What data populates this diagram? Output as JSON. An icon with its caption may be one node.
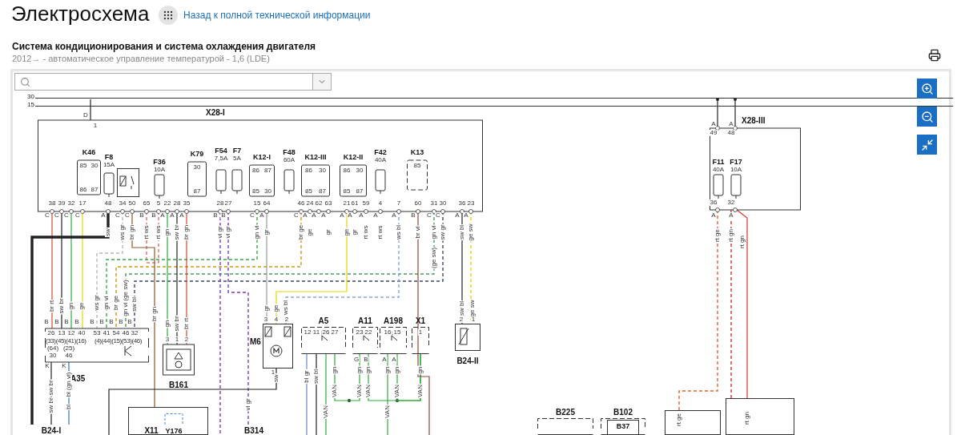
{
  "diagram": {
    "title": "Электросхема",
    "nodes": [
      {
        "text": [
          "X28-I"
        ]
      },
      {
        "text": [
          "K46",
          "85",
          "30",
          "86",
          "87"
        ],
        "in": 0
      },
      {
        "text": [
          "F8",
          "15A"
        ],
        "in": 0
      },
      {
        "text": [],
        "shape": "box",
        "in": 0
      },
      {
        "text": [
          "F36",
          "10A"
        ],
        "in": 0
      },
      {
        "text": [
          "K79",
          "30",
          "87"
        ],
        "in": 0
      },
      {
        "text": [
          "F54",
          "7,5A"
        ],
        "in": 0
      },
      {
        "text": [
          "F7",
          "5A"
        ],
        "in": 0
      },
      {
        "text": [
          "K12-I",
          "86",
          "87",
          "85",
          "30"
        ],
        "in": 0
      },
      {
        "text": [
          "F48",
          "60A"
        ],
        "in": 0
      },
      {
        "text": [
          "K12-III",
          "86",
          "30",
          "85",
          "87"
        ],
        "in": 0
      },
      {
        "text": [
          "K12-II",
          "86",
          "30",
          "85",
          "87"
        ],
        "in": 0
      },
      {
        "text": [
          "F42",
          "40A"
        ],
        "in": 0
      },
      {
        "text": [
          "K13",
          "85"
        ],
        "in": 0
      },
      {
        "text": [
          "X28-III"
        ]
      },
      {
        "text": [
          "F11",
          "40A"
        ],
        "in": 14
      },
      {
        "text": [
          "F17",
          "10A"
        ],
        "in": 14
      },
      {
        "text": [
          "A35"
        ]
      },
      {
        "text": [
          "B161"
        ]
      },
      {
        "text": [
          "M6"
        ]
      },
      {
        "text": [
          "A5"
        ]
      },
      {
        "text": [
          "A11"
        ]
      },
      {
        "text": [
          "A198"
        ]
      },
      {
        "text": [
          "X1"
        ]
      },
      {
        "text": [
          "B24-II"
        ]
      },
      {
        "text": [
          "B225"
        ]
      },
      {
        "text": [
          "B102"
        ]
      },
      {
        "text": [
          "B37"
        ],
        "in": 26
      },
      {
        "text": [],
        "shape": "box"
      },
      {
        "text": [],
        "shape": "box"
      },
      {
        "text": [
          "B24-I"
        ]
      },
      {
        "text": [],
        "shape": "box"
      },
      {
        "text": [
          "X11"
        ],
        "in": 31
      },
      {
        "text": [
          "Y176"
        ],
        "in": 31
      },
      {
        "text": [
          "B314"
        ]
      },
      {
        "text": [],
        "shape": "bar",
        "beside": [
          "30"
        ]
      },
      {
        "text": [],
        "shape": "bar",
        "beside": [
          "15"
        ]
      }
    ],
    "edges": [
      {
        "from": 0,
        "to": 17,
        "arrow": "none",
        "color": "#d04a2a",
        "label": "br rt"
      },
      {
        "from": 0,
        "to": 17,
        "arrow": "none",
        "label": "sw br"
      },
      {
        "from": 0,
        "to": 17,
        "arrow": "none",
        "color": "#2eaa3a",
        "label": "gn"
      },
      {
        "from": 0,
        "to": 17,
        "arrow": "none",
        "color": "#e6d600",
        "label": "ge"
      },
      {
        "from": 0,
        "to": 17,
        "arrow": "none",
        "style": "dashed",
        "color": "#b8b8b8",
        "label": "ws gr"
      },
      {
        "from": 0,
        "to": 17,
        "arrow": "none",
        "style": "dashed",
        "color": "#3aa845",
        "label": "gn vi"
      },
      {
        "from": 0,
        "to": 17,
        "arrow": "none",
        "style": "dashed",
        "color": "#c89a10",
        "label": "br ge"
      },
      {
        "from": 0,
        "to": 17,
        "arrow": "none",
        "style": "dashed",
        "color": "#4a9a60",
        "label": "gn vi (ge sw)"
      },
      {
        "from": 0,
        "to": 17,
        "arrow": "none",
        "style": "dashed",
        "color": "#3a4a66",
        "label": "sw bl"
      },
      {
        "from": 0,
        "to": 18,
        "arrow": "none",
        "color": "#2eaa3a",
        "label": "gn"
      },
      {
        "from": 0,
        "to": 18,
        "arrow": "none",
        "label": "sw br"
      },
      {
        "from": 0,
        "to": 18,
        "arrow": "none",
        "color": "#d04a2a",
        "label": "br rt"
      },
      {
        "from": 0,
        "to": 19,
        "arrow": "none",
        "color": "#999999",
        "label": "gr"
      },
      {
        "from": 0,
        "to": 19,
        "arrow": "none",
        "color": "#e6d600",
        "label": "ge"
      },
      {
        "from": 0,
        "to": 19,
        "arrow": "none",
        "style": "dashed",
        "color": "#8aa6d0",
        "label": "ws bl"
      },
      {
        "from": 0,
        "to": 24,
        "arrow": "none",
        "label": "sw bl"
      },
      {
        "from": 0,
        "to": 24,
        "arrow": "none",
        "style": "dashed",
        "color": "#e6d600",
        "label": "ge sw"
      },
      {
        "from": 20,
        "to": 21,
        "arrow": "none",
        "color": "#2eaa3a",
        "label": "VAN"
      },
      {
        "from": 21,
        "to": 23,
        "arrow": "none",
        "color": "#2eaa3a",
        "label": "VAN"
      },
      {
        "from": 22,
        "to": 23,
        "arrow": "none",
        "color": "#2eaa3a",
        "label": "VAN"
      },
      {
        "from": 14,
        "to": 28,
        "arrow": "none",
        "style": "dashed",
        "color": "#e8602a",
        "label": "rt ge"
      },
      {
        "from": 14,
        "to": 29,
        "arrow": "none",
        "style": "dashed",
        "color": "#d83030"
      },
      {
        "from": 14,
        "to": 29,
        "arrow": "none",
        "color": "#d83030",
        "label": "rt gn"
      },
      {
        "from": 17,
        "to": 30,
        "arrow": "none",
        "label": "sw br"
      },
      {
        "from": 17,
        "to": 30,
        "arrow": "none",
        "color": "#3a6ccc",
        "label": "bl (gn vi)"
      },
      {
        "from": 0,
        "to": 32,
        "arrow": "none",
        "color": "#8a5a2a",
        "label": "br gn"
      },
      {
        "from": 0,
        "to": 34,
        "arrow": "none",
        "style": "dashed",
        "color": "#7a40b0",
        "label": "vi gr"
      },
      {
        "from": 19,
        "to": null,
        "arrow": "none",
        "label": "sw"
      },
      {
        "from": 0,
        "to": null,
        "arrow": "none",
        "style": "dashed",
        "color": "#7a40b0"
      },
      {
        "from": 20,
        "to": null,
        "arrow": "none",
        "color": "#6a8ad0",
        "label": "bl gr"
      },
      {
        "from": 20,
        "to": null,
        "arrow": "none",
        "label": "sw bl"
      },
      {
        "from": 20,
        "to": null,
        "arrow": "none",
        "color": "#2eaa3a",
        "label": "VAN"
      },
      {
        "from": 22,
        "to": null,
        "arrow": "none",
        "color": "#2eaa3a",
        "label": "VAN"
      },
      {
        "from": 0,
        "to": null,
        "arrow": "none",
        "color": "#8a4a3a"
      },
      {
        "from": 0,
        "to": 30,
        "arrow": "none",
        "style": "thick"
      },
      {
        "from": 35,
        "to": 0,
        "arrow": "none"
      },
      {
        "from": 35,
        "to": 14,
        "arrow": "other"
      },
      {
        "from": 35,
        "to": 14,
        "arrow": "other"
      }
    ],
    "labels": [
      "Назад к полной технической информации",
      "Система кондиционирования и система охлаждения двигателя",
      "2012→ - автоматическое управление температурой - 1,6 (LDE)",
      "D",
      "1",
      "38",
      "39",
      "32",
      "17",
      "48",
      "34",
      "50",
      "65",
      "5",
      "22",
      "28",
      "35",
      "28",
      "27",
      "15",
      "64",
      "46",
      "24",
      "62",
      "63",
      "21",
      "61",
      "59",
      "4",
      "7",
      "60",
      "31",
      "30",
      "36",
      "23",
      "C",
      "C",
      "C",
      "C",
      "A",
      "C",
      "C",
      "B",
      "B",
      "A",
      "A",
      "A",
      "B",
      "B",
      "C",
      "A",
      "C",
      "A",
      "A",
      "A",
      "A",
      "A",
      "A",
      "A",
      "A",
      "B",
      "C",
      "C",
      "A",
      "A",
      "A",
      "49",
      "A",
      "48",
      "36",
      "A",
      "32",
      "A",
      "B",
      "B",
      "B",
      "B",
      "B",
      "B",
      "B",
      "B",
      "B",
      "26",
      "13",
      "12",
      "40",
      "53",
      "41",
      "54",
      "46",
      "32",
      "(33)",
      "(45)",
      "(41)",
      "(16)",
      "(4)",
      "(44)",
      "(15)",
      "(53)",
      "(46)",
      "(64)",
      "(25)",
      "30",
      "46",
      "K",
      "K",
      "3",
      "1",
      "2",
      "3",
      "4",
      "2",
      "1",
      "12",
      "11",
      "26",
      "27",
      "23",
      "22",
      "G",
      "B",
      "16",
      "15",
      "A",
      "A",
      "1",
      "2",
      "1",
      "sw",
      "ws gr",
      "br gn",
      "rt ws",
      "rt ws",
      "gn",
      "sw br",
      "br gn",
      "vi gr",
      "vi gr",
      "gn vi",
      "gr",
      "br ge",
      "ge",
      "gr",
      "ge",
      "gr",
      "rt ws",
      "rt ws",
      "ws bl",
      "br vi",
      "gn vi",
      "sw gr",
      "sw bl",
      "ge sw",
      "(ge sw)",
      "rt ge",
      "rt gn",
      "rt gn",
      "sw br",
      "bl",
      "gn",
      "gn",
      "gn",
      "gn",
      "gn",
      "gn",
      "VAN",
      "VAN"
    ]
  }
}
